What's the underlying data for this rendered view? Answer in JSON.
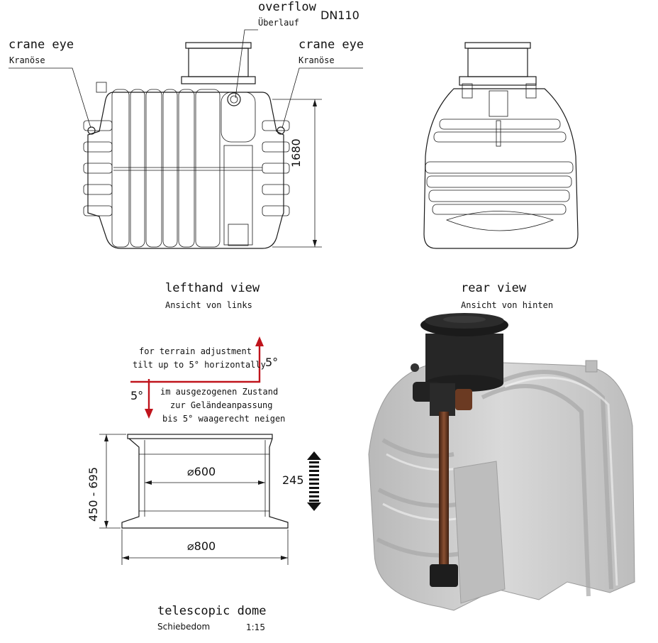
{
  "labels": {
    "crane_eye_left": "crane eye",
    "crane_eye_left_de": "Kranöse",
    "crane_eye_right": "crane eye",
    "crane_eye_right_de": "Kranöse",
    "overflow": "overflow",
    "overflow_de": "Überlauf",
    "overflow_size": "DN110",
    "height_dim": "1680",
    "lefthand_view": "lefthand view",
    "lefthand_view_de": "Ansicht von links",
    "rear_view": "rear view",
    "rear_view_de": "Ansicht von hinten",
    "tilt_line1": "for terrain adjustment",
    "tilt_line2": "tilt up to 5° horizontally",
    "tilt_angle_up": "5°",
    "tilt_angle_down": "5°",
    "tilt_de_line1": "im ausgezogenen Zustand",
    "tilt_de_line2": "zur Geländeanpassung",
    "tilt_de_line3": "bis 5° waagerecht neigen",
    "dome_height_range": "450 - 695",
    "dome_inner_diameter": "⌀600",
    "dome_outer_diameter": "⌀800",
    "dome_stroke": "245",
    "telescopic_dome": "telescopic dome",
    "telescopic_dome_de": "Schiebedom",
    "scale": "1:15"
  },
  "colors": {
    "arrow_red": "#c0141c",
    "tank_gray": "#c9c9c9",
    "lid_black": "#1b1b1b",
    "pipe_brown": "#6b3a22"
  },
  "icons": [
    "double-arrow-icon",
    "red-tilt-arrow-icon"
  ]
}
